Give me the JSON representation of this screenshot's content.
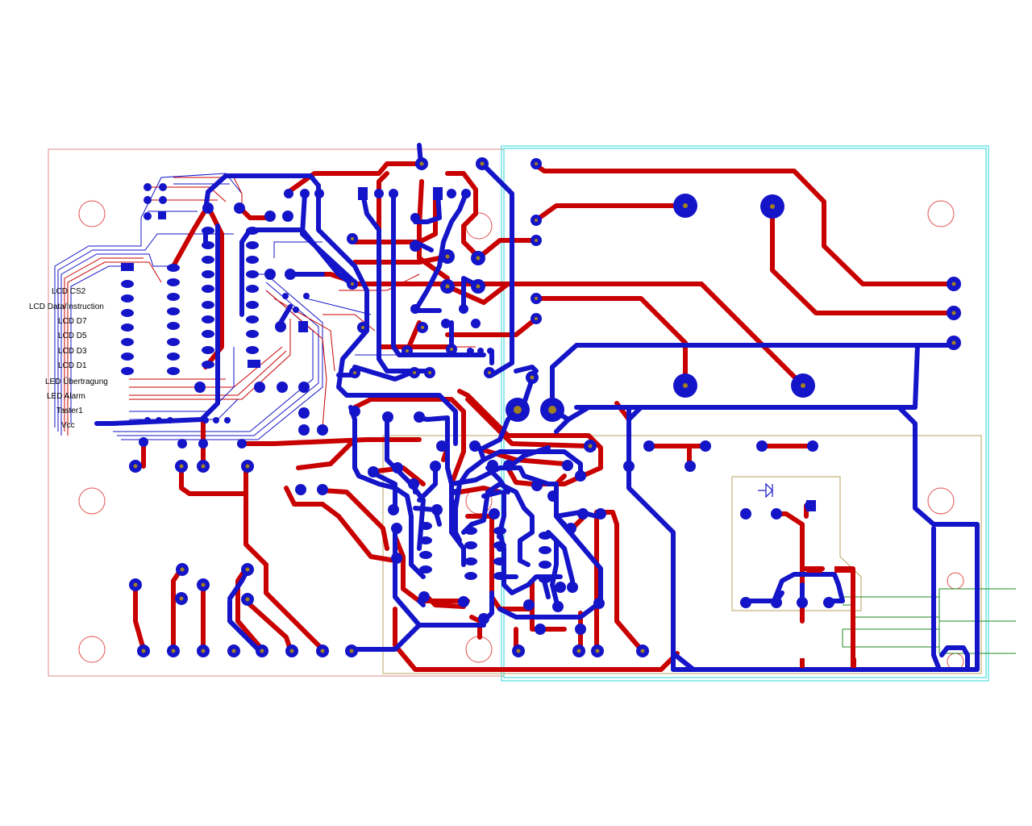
{
  "colors": {
    "top_copper": "#c80000",
    "bottom_copper": "#1414c8",
    "pad_drill": "#a08020",
    "board_outline": "#e08a8a",
    "module_outline": "#2ad4d4",
    "component_outline": "#b8a060",
    "wire": "#1f8a1f",
    "mount_hole": "#e05050",
    "label_text": "#000000"
  },
  "connector_labels": [
    "LCD CS2",
    "LCD Data/Instruction",
    "LCD D7",
    "LCD D5",
    "LCD D3",
    "LCD D1",
    "LED Übertragung",
    "LED Alarm",
    "Taster1",
    "Vcc"
  ],
  "layers": {
    "top": "top-copper",
    "bottom": "bottom-copper"
  }
}
